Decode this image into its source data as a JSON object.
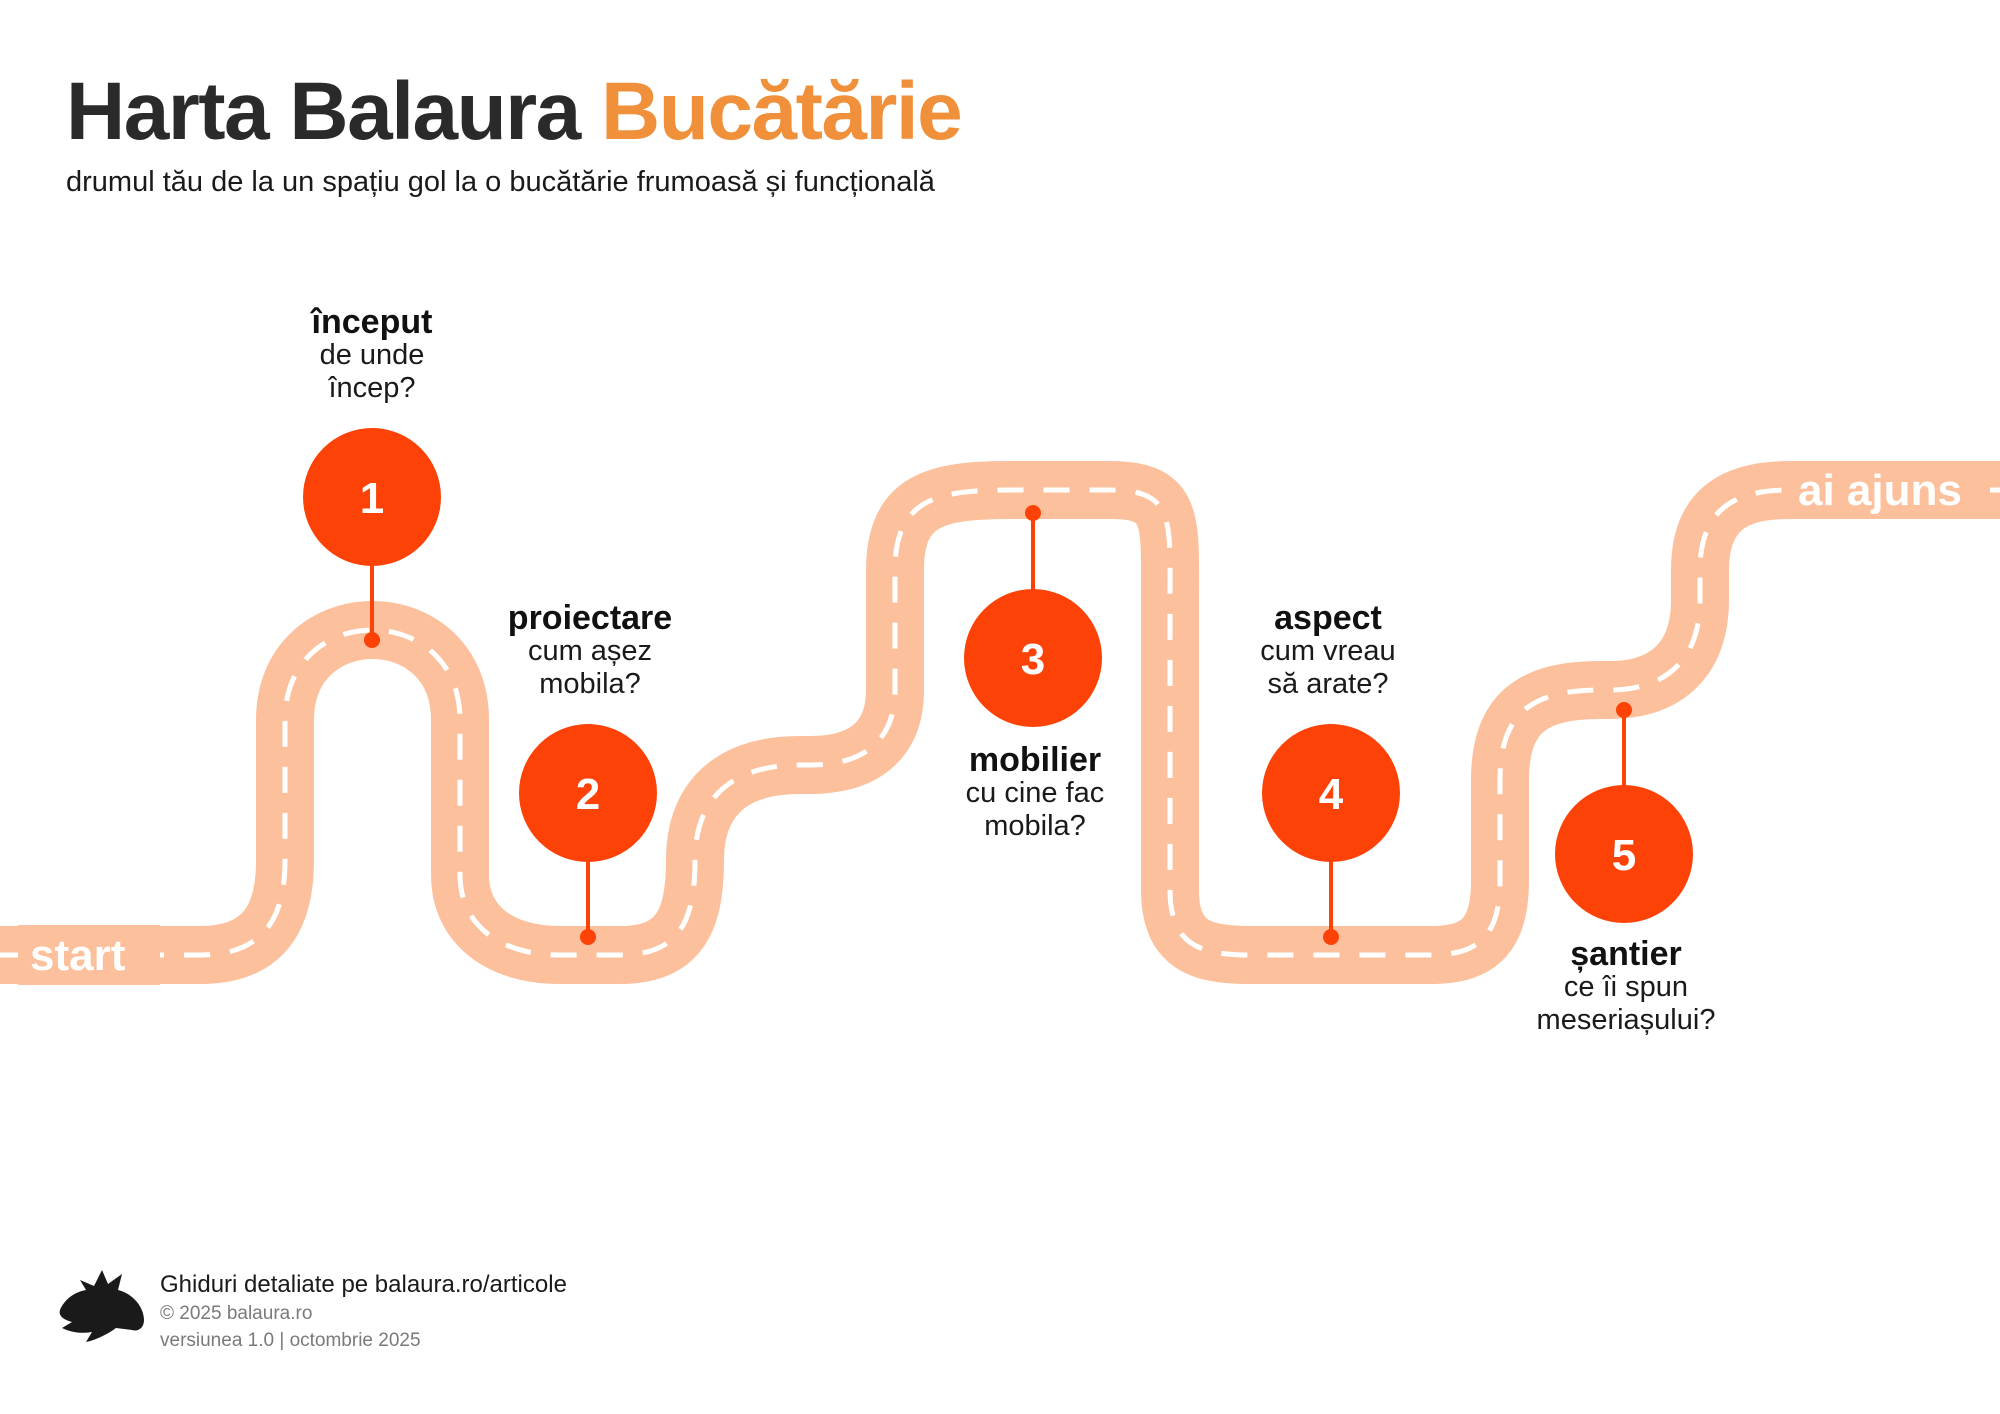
{
  "header": {
    "title_main": "Harta Balaura",
    "title_accent": "Bucătărie",
    "subtitle": "drumul tău de la un spațiu gol la o bucătărie frumoasă și funcțională"
  },
  "road": {
    "start_label": "start",
    "end_label": "ai ajuns"
  },
  "steps": [
    {
      "number": "1",
      "title": "început",
      "lines": [
        "de unde",
        "încep?"
      ]
    },
    {
      "number": "2",
      "title": "proiectare",
      "lines": [
        "cum așez",
        "mobila?"
      ]
    },
    {
      "number": "3",
      "title": "mobilier",
      "lines": [
        "cu cine fac",
        "mobila?"
      ]
    },
    {
      "number": "4",
      "title": "aspect",
      "lines": [
        "cum vreau",
        "să arate?"
      ]
    },
    {
      "number": "5",
      "title": "șantier",
      "lines": [
        "ce îi spun",
        "meseriașului?"
      ]
    }
  ],
  "footer": {
    "line1": "Ghiduri detaliate pe balaura.ro/articole",
    "line2": "© 2025 balaura.ro",
    "line3": "versiunea 1.0 | octombrie 2025"
  },
  "colors": {
    "road": "#fcc19c",
    "node": "#fc4207",
    "accent": "#f0903a"
  }
}
